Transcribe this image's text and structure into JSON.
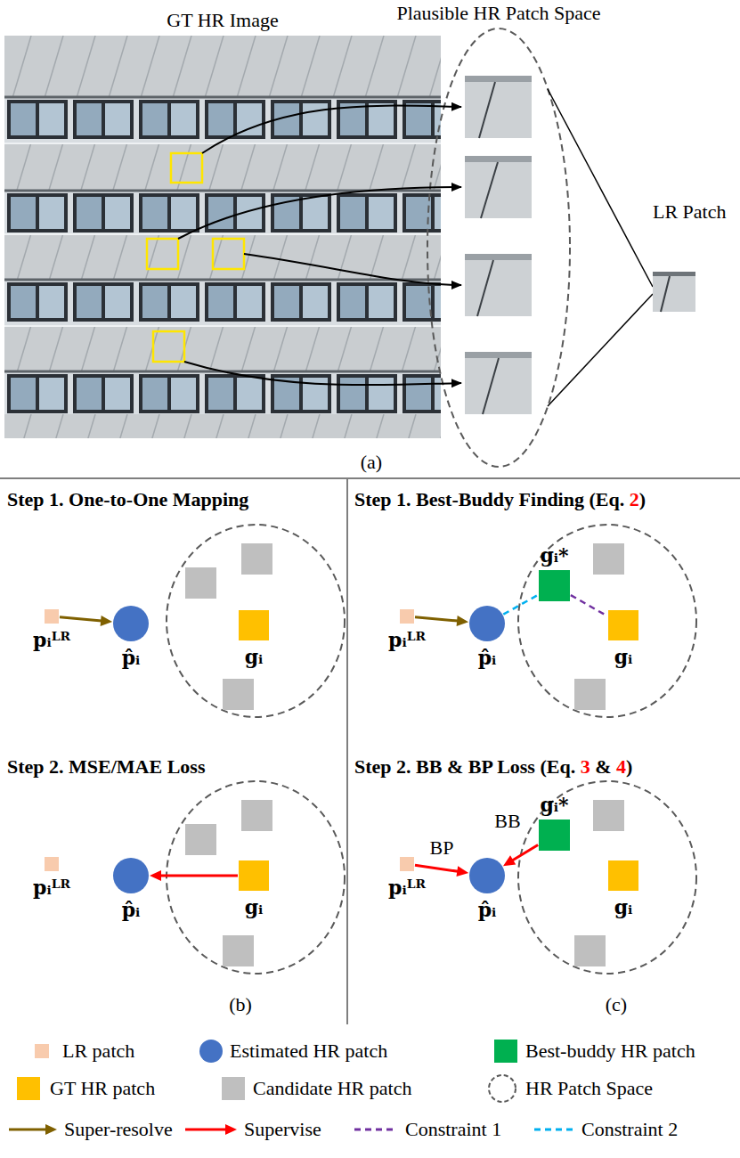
{
  "diagram": {
    "nodes": [
      {
        "text": [
          "pᵢᴸᴿ"
        ]
      },
      {
        "text": [
          "p̂ᵢ"
        ]
      },
      {
        "text": [
          "gᵢ"
        ]
      },
      {
        "text": [
          "pᵢᴸᴿ"
        ]
      },
      {
        "text": [
          "p̂ᵢ"
        ]
      },
      {
        "text": [
          "gᵢ*"
        ]
      },
      {
        "text": [
          "gᵢ"
        ]
      },
      {
        "text": [
          "pᵢᴸᴿ"
        ]
      },
      {
        "text": [
          "p̂ᵢ"
        ]
      },
      {
        "text": [
          "gᵢ"
        ]
      },
      {
        "text": [
          "pᵢᴸᴿ"
        ]
      },
      {
        "text": [
          "p̂ᵢ"
        ]
      },
      {
        "text": [
          "gᵢ*"
        ]
      },
      {
        "text": [
          "gᵢ"
        ]
      }
    ],
    "edges": [
      {
        "from": 0,
        "to": 1,
        "arrow": "to"
      },
      {
        "from": 3,
        "to": 4,
        "arrow": "to"
      },
      {
        "from": 4,
        "to": 5,
        "arrow": "none"
      },
      {
        "from": 5,
        "to": 6,
        "arrow": "none"
      },
      {
        "from": 9,
        "to": 8,
        "arrow": "to"
      },
      {
        "from": 10,
        "to": 11,
        "arrow": "to",
        "label": "BP"
      },
      {
        "from": 12,
        "to": 11,
        "arrow": "to",
        "label": "BB"
      }
    ],
    "labels": [
      "GT HR Image",
      "Plausible HR Patch Space",
      "LR Patch",
      "(a)",
      "Step 1. One-to-One Mapping",
      "Step 1. Best-Buddy Finding (Eq. 2)",
      "Step 2. MSE/MAE Loss",
      "Step 2. BB & BP Loss (Eq. 3 & 4)",
      "(b)",
      "(c)"
    ],
    "legend": [
      {
        "text": "LR patch",
        "color": "#f8cbad"
      },
      {
        "text": "Estimated HR patch",
        "color": "#4472c4"
      },
      {
        "text": "Best-buddy HR patch",
        "color": "#00b050"
      },
      {
        "text": "GT HR patch",
        "color": "#ffc000"
      },
      {
        "text": "Candidate HR patch",
        "color": "#bfbfbf"
      },
      {
        "text": "HR Patch Space"
      },
      {
        "text": "Super-resolve"
      },
      {
        "text": "Supervise"
      },
      {
        "text": "Constraint 1"
      },
      {
        "text": "Constraint 2"
      }
    ]
  }
}
